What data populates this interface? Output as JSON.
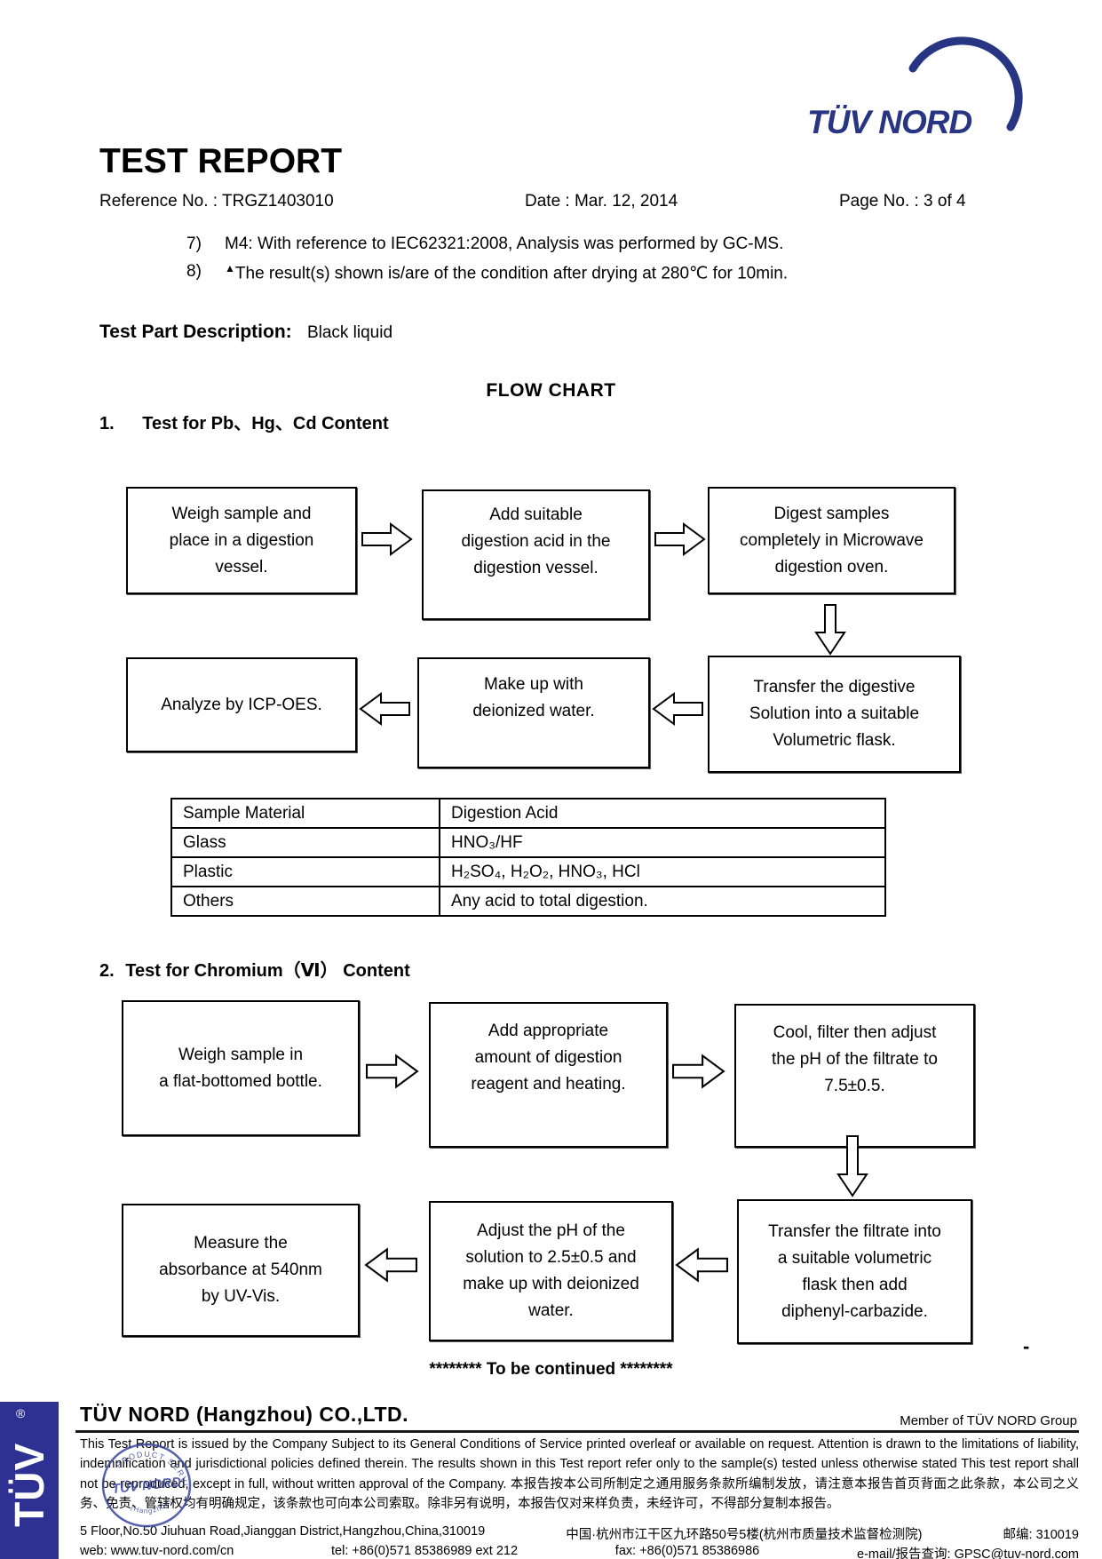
{
  "logo": {
    "text": "TÜV NORD",
    "color": "#283583"
  },
  "header": {
    "title": "TEST REPORT",
    "reference": "Reference No. : TRGZ1403010",
    "date": "Date : Mar. 12, 2014",
    "page": "Page No. : 3 of 4"
  },
  "notes": [
    {
      "num": "7)",
      "marker": "",
      "text": "M4: With reference to IEC62321:2008, Analysis was performed by GC-MS."
    },
    {
      "num": "8)",
      "marker": "▲",
      "text": "The result(s) shown is/are of the condition after drying at 280℃  for 10min."
    }
  ],
  "test_part": {
    "label": "Test Part Description:",
    "value": "Black liquid"
  },
  "flow_chart": {
    "title": "FLOW CHART",
    "section1": {
      "heading_num": "1.",
      "heading": "Test for Pb、Hg、Cd Content",
      "row1": [
        "Weigh sample and\nplace in a digestion\nvessel.",
        "Add suitable\ndigestion acid in the\ndigestion vessel.",
        "Digest samples\ncompletely in Microwave\ndigestion oven."
      ],
      "row2": [
        "Analyze by ICP-OES.",
        "Make up with\ndeionized water.",
        "Transfer the digestive\nSolution into a suitable\nVolumetric flask."
      ]
    },
    "acid_table": {
      "headers": [
        "Sample Material",
        "Digestion Acid"
      ],
      "rows": [
        [
          "Glass",
          "HNO₃/HF"
        ],
        [
          "Plastic",
          "H₂SO₄, H₂O₂, HNO₃, HCl"
        ],
        [
          "Others",
          "Any acid to total digestion."
        ]
      ]
    },
    "section2": {
      "heading_num": "2.",
      "heading": "Test for Chromium（Ⅵ） Content",
      "row1": [
        "Weigh sample in\na flat-bottomed bottle.",
        "Add appropriate\namount of digestion\nreagent and heating.",
        "Cool, filter then adjust\nthe pH of the filtrate to\n7.5±0.5."
      ],
      "row2": [
        "Measure the\nabsorbance at 540nm\nby UV-Vis.",
        "Adjust the pH of the\nsolution to 2.5±0.5 and\nmake up with deionized\nwater.",
        "Transfer the filtrate into\na suitable volumetric\nflask then add\ndiphenyl-carbazide."
      ]
    },
    "to_be_continued": "******** To be continued ********",
    "page_dash": "-"
  },
  "footer": {
    "company": "TÜV NORD (Hangzhou) CO.,LTD.",
    "member": "Member of TÜV NORD Group",
    "side_logo_text": "TÜV",
    "side_logo_reg": "®",
    "stamp": {
      "center": "TÜV NORD",
      "ring_top": "PRODUCT SERVICE",
      "ring_bottom": "(Hangzhou)"
    },
    "legal": "This Test Report is issued by the Company Subject to its General Conditions of Service printed overleaf or available on request. Attention is drawn to the limitations of liability, indemnification and jurisdictional policies defined therein. The results shown in this Test report refer only to the sample(s) tested unless otherwise stated This test report shall not be reproduced, except in full, without written approval of the Company.  本报告按本公司所制定之通用服务条款所编制发放，请注意本报告首页背面之此条款，本公司之义务、免责、管辖权均有明确规定，该条款也可向本公司索取。除非另有说明，本报告仅对来样负责，未经许可，不得部分复制本报告。",
    "address_en": "5 Floor,No.50 Jiuhuan Road,Jianggan District,Hangzhou,China,310019",
    "address_cn": "中国·杭州市江干区九环路50号5楼(杭州市质量技术监督检测院)",
    "postal": "邮编: 310019",
    "web": "web: www.tuv-nord.com/cn",
    "tel": "tel: +86(0)571 85386989 ext 212",
    "fax": "fax: +86(0)571 85386986",
    "email": "e-mail/报告查询: GPSC@tuv-nord.com"
  }
}
